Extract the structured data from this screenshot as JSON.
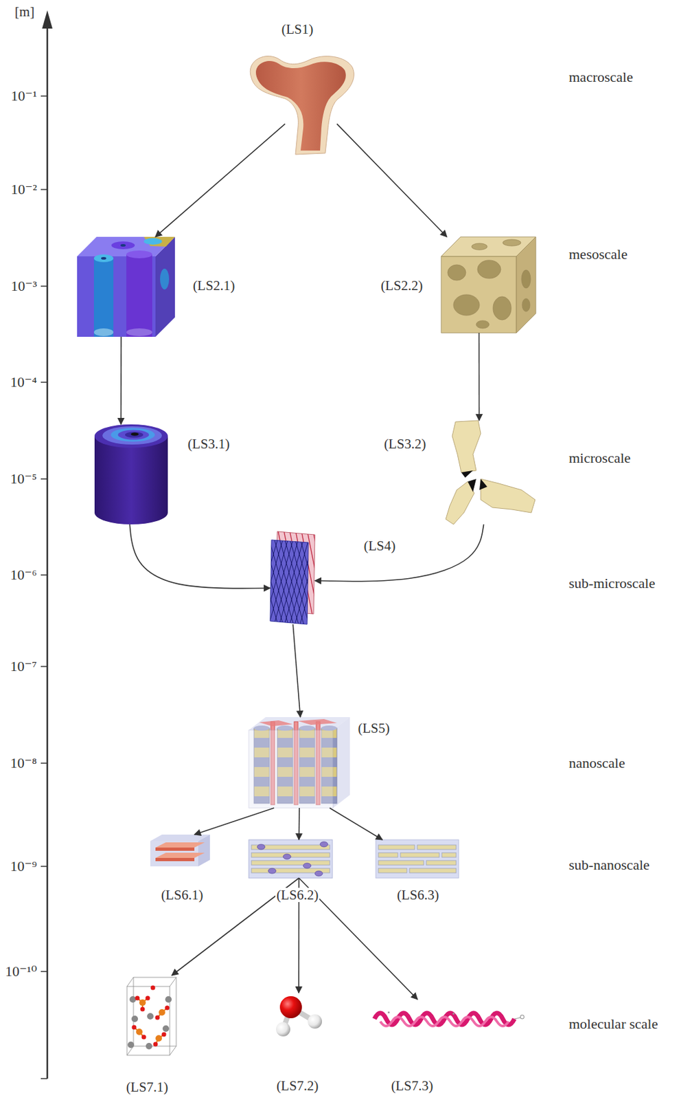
{
  "diagram": {
    "nodes": [
      {
        "text": [
          "(LS1)"
        ]
      },
      {
        "text": [
          "(LS2.1)"
        ]
      },
      {
        "text": [
          "(LS2.2)"
        ]
      },
      {
        "text": [
          "(LS3.1)"
        ]
      },
      {
        "text": [
          "(LS3.2)"
        ]
      },
      {
        "text": [
          "(LS4)"
        ]
      },
      {
        "text": [
          "(LS5)"
        ]
      },
      {
        "text": [
          "(LS6.1)"
        ]
      },
      {
        "text": [
          "(LS6.2)"
        ]
      },
      {
        "text": [
          "(LS6.3)"
        ]
      },
      {
        "text": [
          "(LS7.1)"
        ]
      },
      {
        "text": [
          "(LS7.2)"
        ]
      },
      {
        "text": [
          "(LS7.3)"
        ]
      }
    ],
    "edges": [
      {
        "from": 0,
        "to": 1,
        "arrow": "to"
      },
      {
        "from": 0,
        "to": 2,
        "arrow": "to"
      },
      {
        "from": 1,
        "to": 3,
        "arrow": "to"
      },
      {
        "from": 2,
        "to": 4,
        "arrow": "to"
      },
      {
        "from": 3,
        "to": 5,
        "arrow": "to"
      },
      {
        "from": 4,
        "to": 5,
        "arrow": "to"
      },
      {
        "from": 5,
        "to": 6,
        "arrow": "to"
      },
      {
        "from": 6,
        "to": 7,
        "arrow": "to"
      },
      {
        "from": 6,
        "to": 8,
        "arrow": "to"
      },
      {
        "from": 6,
        "to": 9,
        "arrow": "to"
      },
      {
        "from": 8,
        "to": 10,
        "arrow": "to"
      },
      {
        "from": 8,
        "to": 11,
        "arrow": "to"
      },
      {
        "from": 8,
        "to": 12,
        "arrow": "to"
      }
    ],
    "labels": [
      "[m]",
      "10⁻¹",
      "10⁻²",
      "10⁻³",
      "10⁻⁴",
      "10⁻⁵",
      "10⁻⁶",
      "10⁻⁷",
      "10⁻⁸",
      "10⁻⁹",
      "10⁻¹⁰",
      "macroscale",
      "mesoscale",
      "microscale",
      "sub-microscale",
      "nanoscale",
      "sub-nanoscale",
      "molecular scale"
    ]
  }
}
